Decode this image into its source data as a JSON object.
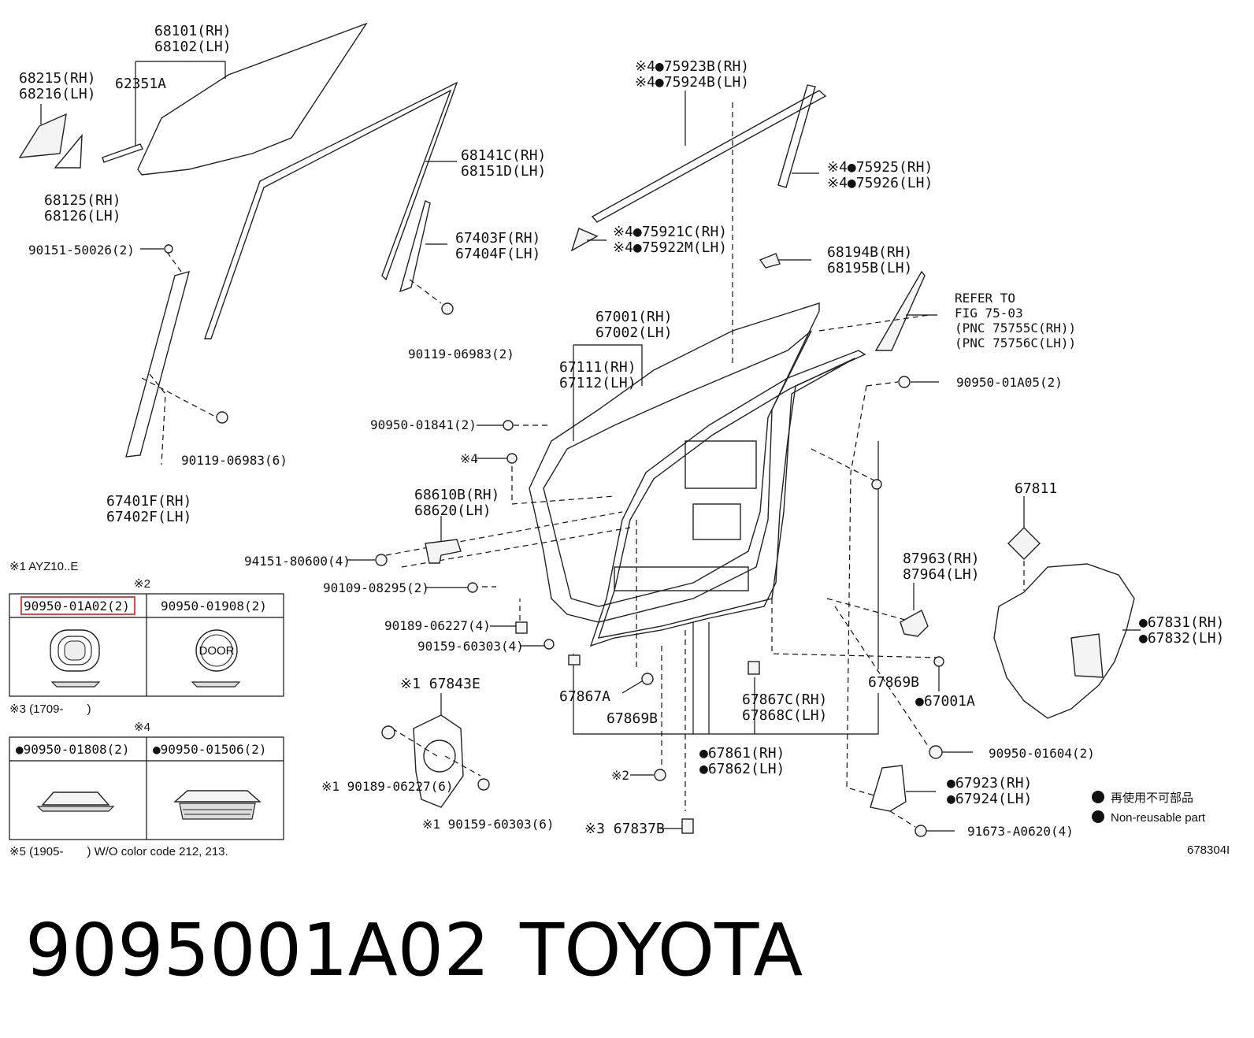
{
  "title": {
    "part_number": "9095001A02",
    "brand": "TOYOTA"
  },
  "diagram_code": "678304I",
  "labels": {
    "l68101": "68101(RH)",
    "l68102": "68102(LH)",
    "l68215": "68215(RH)",
    "l68216": "68216(LH)",
    "l62351A": "62351A",
    "l68125": "68125(RH)",
    "l68126": "68126(LH)",
    "l68141C": "68141C(RH)",
    "l68151D": "68151D(LH)",
    "l67403F": "67403F(RH)",
    "l67404F": "67404F(LH)",
    "l90151": "90151-50026(2)",
    "l90119a": "90119-06983(2)",
    "l90119b": "90119-06983(6)",
    "l67401F": "67401F(RH)",
    "l67402F": "67402F(LH)",
    "l75923B": "※4●75923B(RH)",
    "l75924B": "※4●75924B(LH)",
    "l75925": "※4●75925(RH)",
    "l75926": "※4●75926(LH)",
    "l75921C": "※4●75921C(RH)",
    "l75922M": "※4●75922M(LH)",
    "l68194B": "68194B(RH)",
    "l68195B": "68195B(LH)",
    "lRefer1": "REFER TO",
    "lRefer2": "FIG 75-03",
    "lRefer3": "(PNC 75755C(RH))",
    "lRefer4": "(PNC 75756C(LH))",
    "l67001": "67001(RH)",
    "l67002": "67002(LH)",
    "l67111": "67111(RH)",
    "l67112": "67112(LH)",
    "l90950_01A05": "90950-01A05(2)",
    "l90950_01841": "90950-01841(2)",
    "lX4": "※4",
    "l68610B": "68610B(RH)",
    "l68620": "68620(LH)",
    "l67811": "67811",
    "l94151": "94151-80600(4)",
    "l90109": "90109-08295(2)",
    "l87963": "87963(RH)",
    "l87964": "87964(LH)",
    "l67831": "●67831(RH)",
    "l67832": "●67832(LH)",
    "l90189a": "90189-06227(4)",
    "l90159a": "90159-60303(4)",
    "l67843E": "※1 67843E",
    "l67867A": "67867A",
    "l67869Ba": "67869B",
    "l67867C": "67867C(RH)",
    "l67868C": "67868C(LH)",
    "l67869Bb": "67869B",
    "l67001A": "●67001A",
    "l90950_01604": "90950-01604(2)",
    "l67861": "●67861(RH)",
    "l67862": "●67862(LH)",
    "l90189b": "※1 90189-06227(6)",
    "lX2": "※2",
    "l67923": "●67923(RH)",
    "l67924": "●67924(LH)",
    "l90159b": "※1 90159-60303(6)",
    "l67837B": "※3 67837B",
    "l91673": "91673-A0620(4)"
  },
  "legend": {
    "jp": "再使用不可部品",
    "en": "Non-reusable part"
  },
  "notes": {
    "n1": "※1 AYZ10..E",
    "n2": "※2",
    "n3": "※3 (1709-　　)",
    "n4": "※4",
    "n5": "※5 (1905-　　)  W/O color code 212, 213."
  },
  "table1": {
    "c1": "90950-01A02(2)",
    "c2": "90950-01908(2)",
    "door_text": "DOOR"
  },
  "table2": {
    "c1": "●90950-01808(2)",
    "c2": "●90950-01506(2)"
  }
}
